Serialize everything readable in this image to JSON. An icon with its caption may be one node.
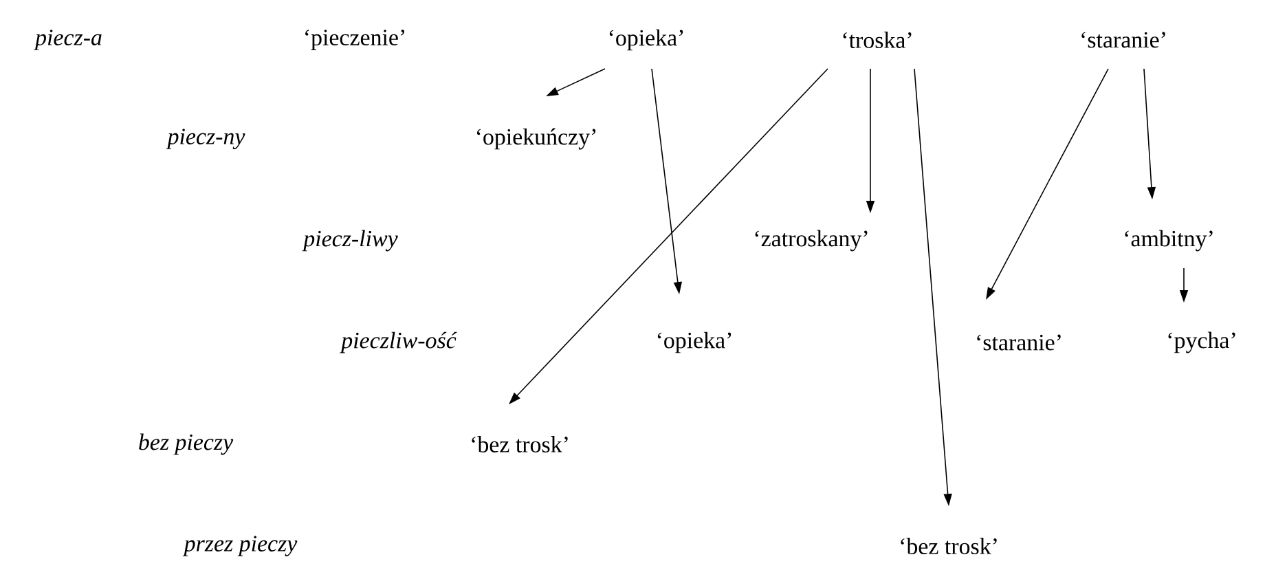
{
  "diagram": {
    "nodes": [
      {
        "text": [
          "‘pieczenie’"
        ]
      },
      {
        "text": [
          "‘opieka’"
        ]
      },
      {
        "text": [
          "‘troska’"
        ]
      },
      {
        "text": [
          "‘staranie’"
        ]
      },
      {
        "text": [
          "‘opiekuńczy’"
        ]
      },
      {
        "text": [
          "‘zatroskany’"
        ]
      },
      {
        "text": [
          "‘ambitny’"
        ]
      },
      {
        "text": [
          "‘opieka’"
        ]
      },
      {
        "text": [
          "‘staranie’"
        ]
      },
      {
        "text": [
          "‘pycha’"
        ]
      },
      {
        "text": [
          "‘bez trosk’"
        ]
      },
      {
        "text": [
          "‘bez trosk’"
        ]
      }
    ],
    "edges": [
      {
        "from": 1,
        "to": 4,
        "arrow": "to"
      },
      {
        "from": 1,
        "to": 7,
        "arrow": "to"
      },
      {
        "from": 2,
        "to": 10,
        "arrow": "to"
      },
      {
        "from": 2,
        "to": 5,
        "arrow": "to"
      },
      {
        "from": 2,
        "to": 11,
        "arrow": "to"
      },
      {
        "from": 3,
        "to": 8,
        "arrow": "to"
      },
      {
        "from": 3,
        "to": 6,
        "arrow": "to"
      },
      {
        "from": 6,
        "to": 9,
        "arrow": "to"
      }
    ],
    "labels": [
      "piecz-a",
      "piecz-ny",
      "piecz-liwy",
      "pieczliw-ość",
      "bez pieczy",
      "przez pieczy"
    ]
  }
}
